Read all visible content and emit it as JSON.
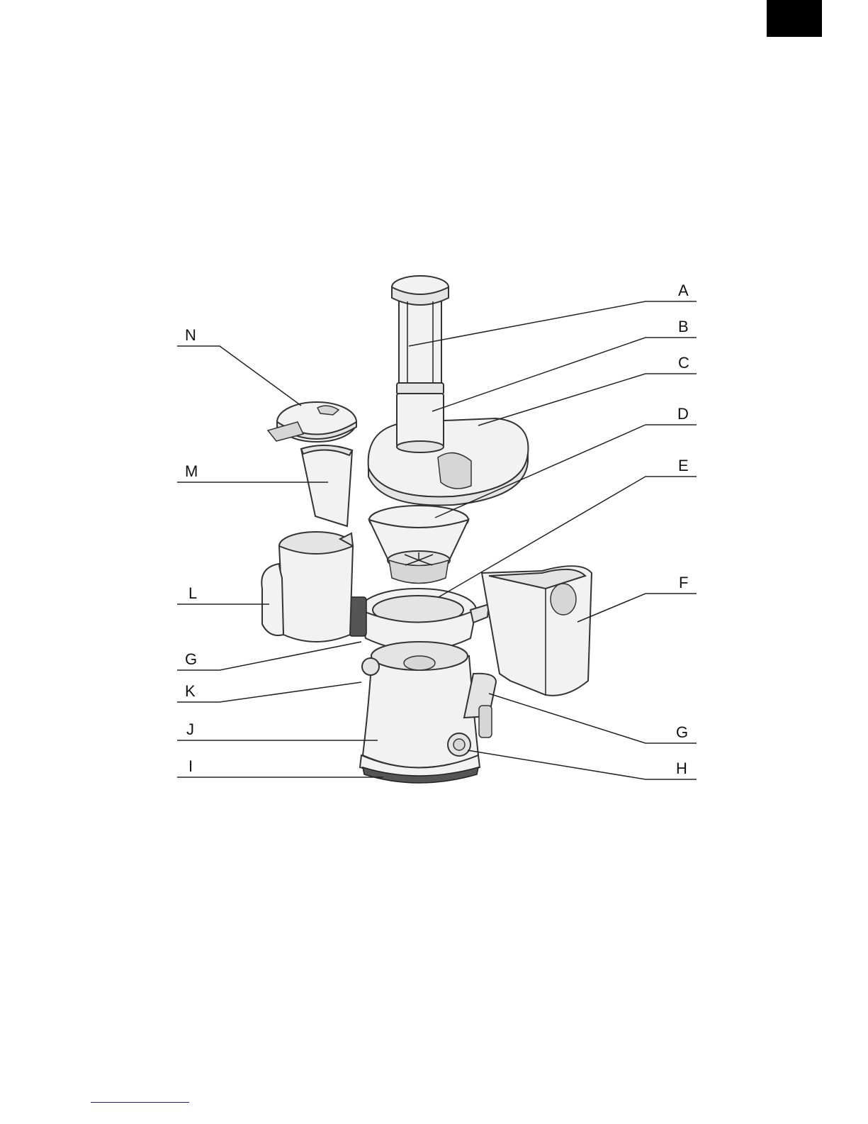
{
  "diagram": {
    "part_labels": {
      "A": "A",
      "B": "B",
      "C": "C",
      "D": "D",
      "E": "E",
      "F": "F",
      "G": "G",
      "H": "H",
      "I": "I",
      "J": "J",
      "K": "K",
      "L": "L",
      "M": "M",
      "N": "N"
    }
  }
}
